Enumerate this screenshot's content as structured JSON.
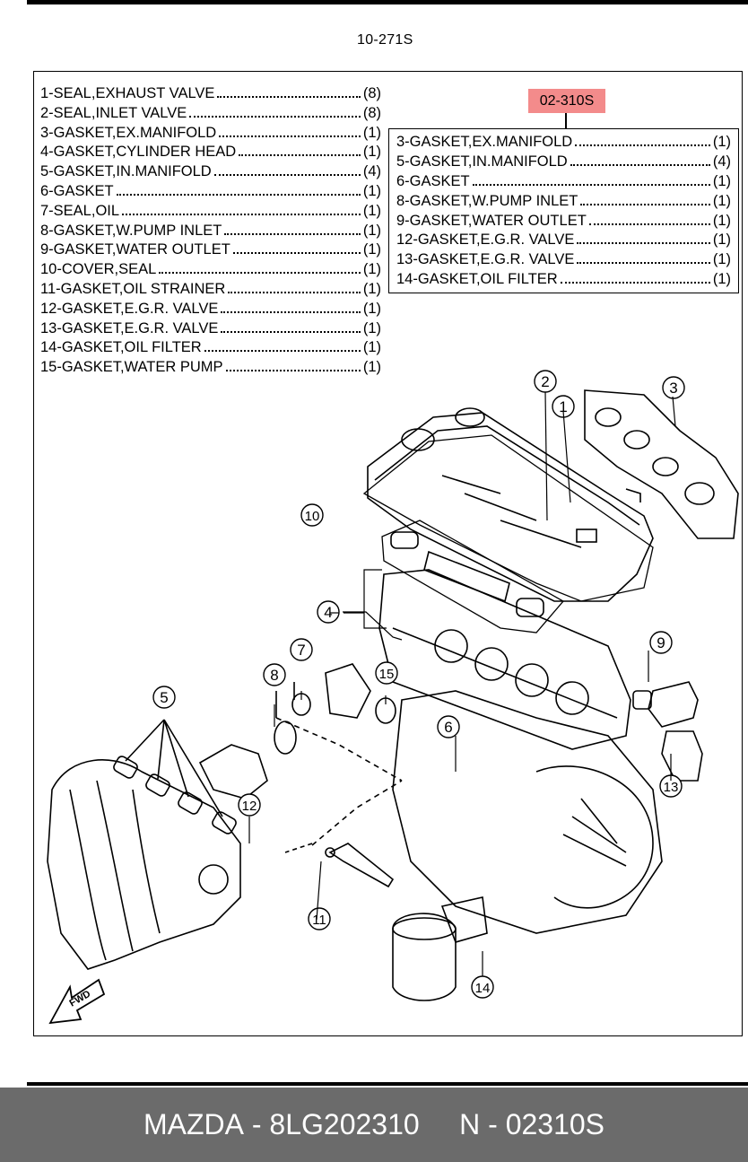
{
  "kit_number": "10-271S",
  "subkit": {
    "number": "02-310S",
    "highlight_color": "#f38b8b",
    "items": [
      {
        "name": "3-GASKET,EX.MANIFOLD",
        "qty": "(1)"
      },
      {
        "name": "5-GASKET,IN.MANIFOLD",
        "qty": "(4)"
      },
      {
        "name": "6-GASKET",
        "qty": "(1)"
      },
      {
        "name": "8-GASKET,W.PUMP INLET",
        "qty": "(1)"
      },
      {
        "name": "9-GASKET,WATER OUTLET",
        "qty": "(1)"
      },
      {
        "name": "12-GASKET,E.G.R. VALVE",
        "qty": "(1)"
      },
      {
        "name": "13-GASKET,E.G.R. VALVE",
        "qty": "(1)"
      },
      {
        "name": "14-GASKET,OIL FILTER",
        "qty": "(1)"
      }
    ]
  },
  "parts": [
    {
      "name": "1-SEAL,EXHAUST VALVE",
      "qty": "(8)"
    },
    {
      "name": "2-SEAL,INLET VALVE",
      "qty": "(8)"
    },
    {
      "name": "3-GASKET,EX.MANIFOLD",
      "qty": "(1)"
    },
    {
      "name": "4-GASKET,CYLINDER HEAD",
      "qty": "(1)"
    },
    {
      "name": "5-GASKET,IN.MANIFOLD",
      "qty": "(4)"
    },
    {
      "name": "6-GASKET",
      "qty": "(1)"
    },
    {
      "name": "7-SEAL,OIL",
      "qty": "(1)"
    },
    {
      "name": "8-GASKET,W.PUMP INLET",
      "qty": "(1)"
    },
    {
      "name": "9-GASKET,WATER OUTLET",
      "qty": "(1)"
    },
    {
      "name": "10-COVER,SEAL",
      "qty": "(1)"
    },
    {
      "name": "11-GASKET,OIL STRAINER",
      "qty": "(1)"
    },
    {
      "name": "12-GASKET,E.G.R. VALVE",
      "qty": "(1)"
    },
    {
      "name": "13-GASKET,E.G.R. VALVE",
      "qty": "(1)"
    },
    {
      "name": "14-GASKET,OIL FILTER",
      "qty": "(1)"
    },
    {
      "name": "15-GASKET,WATER PUMP",
      "qty": "(1)"
    }
  ],
  "callouts": [
    "1",
    "2",
    "3",
    "4",
    "5",
    "6",
    "7",
    "8",
    "9",
    "10",
    "11",
    "12",
    "13",
    "14",
    "15"
  ],
  "fwd_label": "FWD",
  "footer": {
    "brand": "MAZDA",
    "part_number": "8LG202310",
    "oem_number": "N - 02310S",
    "background": "#6b6b6b"
  }
}
